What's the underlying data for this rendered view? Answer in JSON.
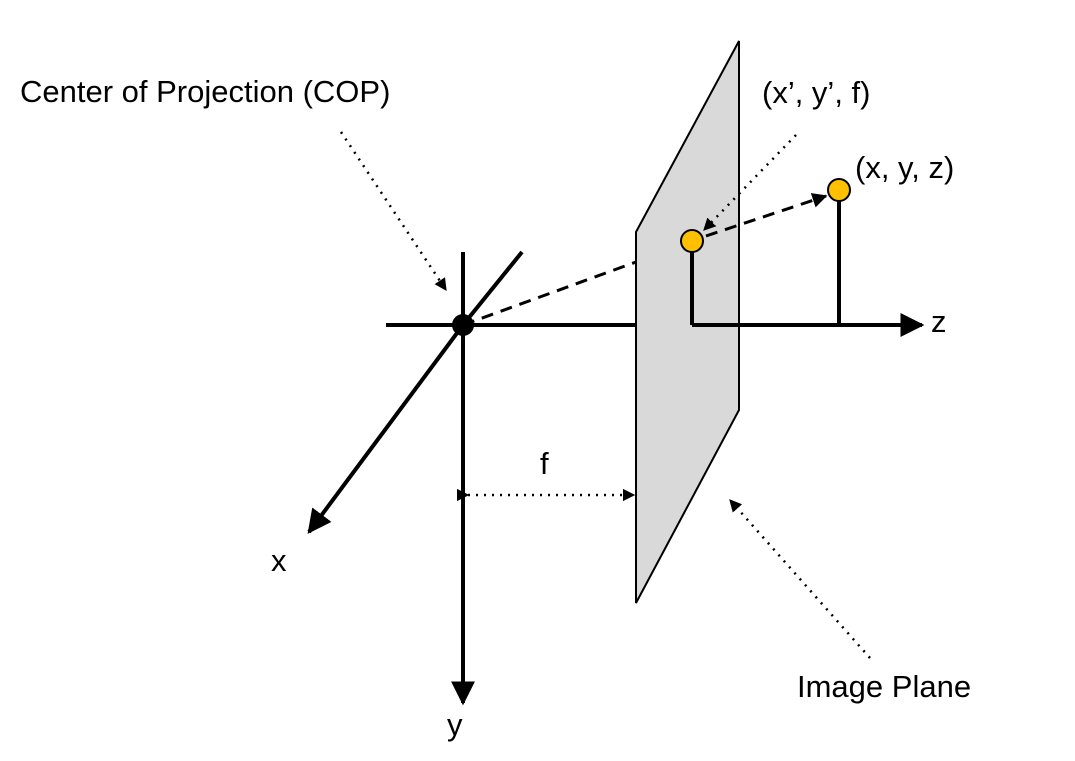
{
  "labels": {
    "cop": "Center of Projection (COP)",
    "image_point": "(x’, y’, f)",
    "world_point": "(x, y, z)",
    "axis_x": "x",
    "axis_y": "y",
    "axis_z": "z",
    "focal_length": "f",
    "image_plane": "Image Plane"
  },
  "colors": {
    "line": "#000000",
    "plane_fill": "#d9d9d9",
    "point_fill": "#ffc000"
  }
}
